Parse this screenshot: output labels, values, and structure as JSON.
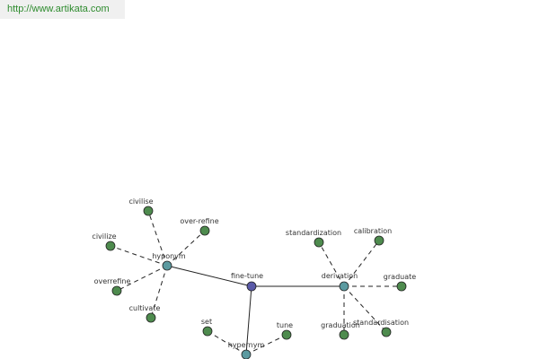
{
  "header": {
    "url": "http://www.artikata.com"
  },
  "colors": {
    "center": "#5a5aa8",
    "hub": "#5b9aa0",
    "leaf": "#4e8b4e",
    "stroke": "#222222",
    "url_text": "#2e8b2e",
    "url_bg": "#f0f0f0"
  },
  "graph": {
    "nodes": [
      {
        "id": "fine-tune",
        "label": "fine-tune",
        "kind": "center"
      },
      {
        "id": "hyponym",
        "label": "hyponym",
        "kind": "hub"
      },
      {
        "id": "derivation",
        "label": "derivation",
        "kind": "hub"
      },
      {
        "id": "hypernym",
        "label": "hypernym",
        "kind": "hub"
      },
      {
        "id": "civilise",
        "label": "civilise",
        "kind": "leaf"
      },
      {
        "id": "over-refine",
        "label": "over-refine",
        "kind": "leaf"
      },
      {
        "id": "civilize",
        "label": "civilize",
        "kind": "leaf"
      },
      {
        "id": "overrefine",
        "label": "overrefine",
        "kind": "leaf"
      },
      {
        "id": "cultivate",
        "label": "cultivate",
        "kind": "leaf"
      },
      {
        "id": "standardization",
        "label": "standardization",
        "kind": "leaf"
      },
      {
        "id": "calibration",
        "label": "calibration",
        "kind": "leaf"
      },
      {
        "id": "graduate",
        "label": "graduate",
        "kind": "leaf"
      },
      {
        "id": "graduation",
        "label": "graduation",
        "kind": "leaf"
      },
      {
        "id": "standardisation",
        "label": "standardisation",
        "kind": "leaf"
      },
      {
        "id": "set",
        "label": "set",
        "kind": "leaf"
      },
      {
        "id": "tune",
        "label": "tune",
        "kind": "leaf"
      }
    ],
    "edges": [
      {
        "from": "fine-tune",
        "to": "hyponym",
        "style": "solid"
      },
      {
        "from": "fine-tune",
        "to": "derivation",
        "style": "solid"
      },
      {
        "from": "fine-tune",
        "to": "hypernym",
        "style": "solid"
      },
      {
        "from": "hyponym",
        "to": "civilise",
        "style": "dashed"
      },
      {
        "from": "hyponym",
        "to": "over-refine",
        "style": "dashed"
      },
      {
        "from": "hyponym",
        "to": "civilize",
        "style": "dashed"
      },
      {
        "from": "hyponym",
        "to": "overrefine",
        "style": "dashed"
      },
      {
        "from": "hyponym",
        "to": "cultivate",
        "style": "dashed"
      },
      {
        "from": "derivation",
        "to": "standardization",
        "style": "dashed"
      },
      {
        "from": "derivation",
        "to": "calibration",
        "style": "dashed"
      },
      {
        "from": "derivation",
        "to": "graduate",
        "style": "dashed"
      },
      {
        "from": "derivation",
        "to": "graduation",
        "style": "dashed"
      },
      {
        "from": "derivation",
        "to": "standardisation",
        "style": "dashed"
      },
      {
        "from": "hypernym",
        "to": "set",
        "style": "dashed"
      },
      {
        "from": "hypernym",
        "to": "tune",
        "style": "dashed"
      }
    ]
  }
}
